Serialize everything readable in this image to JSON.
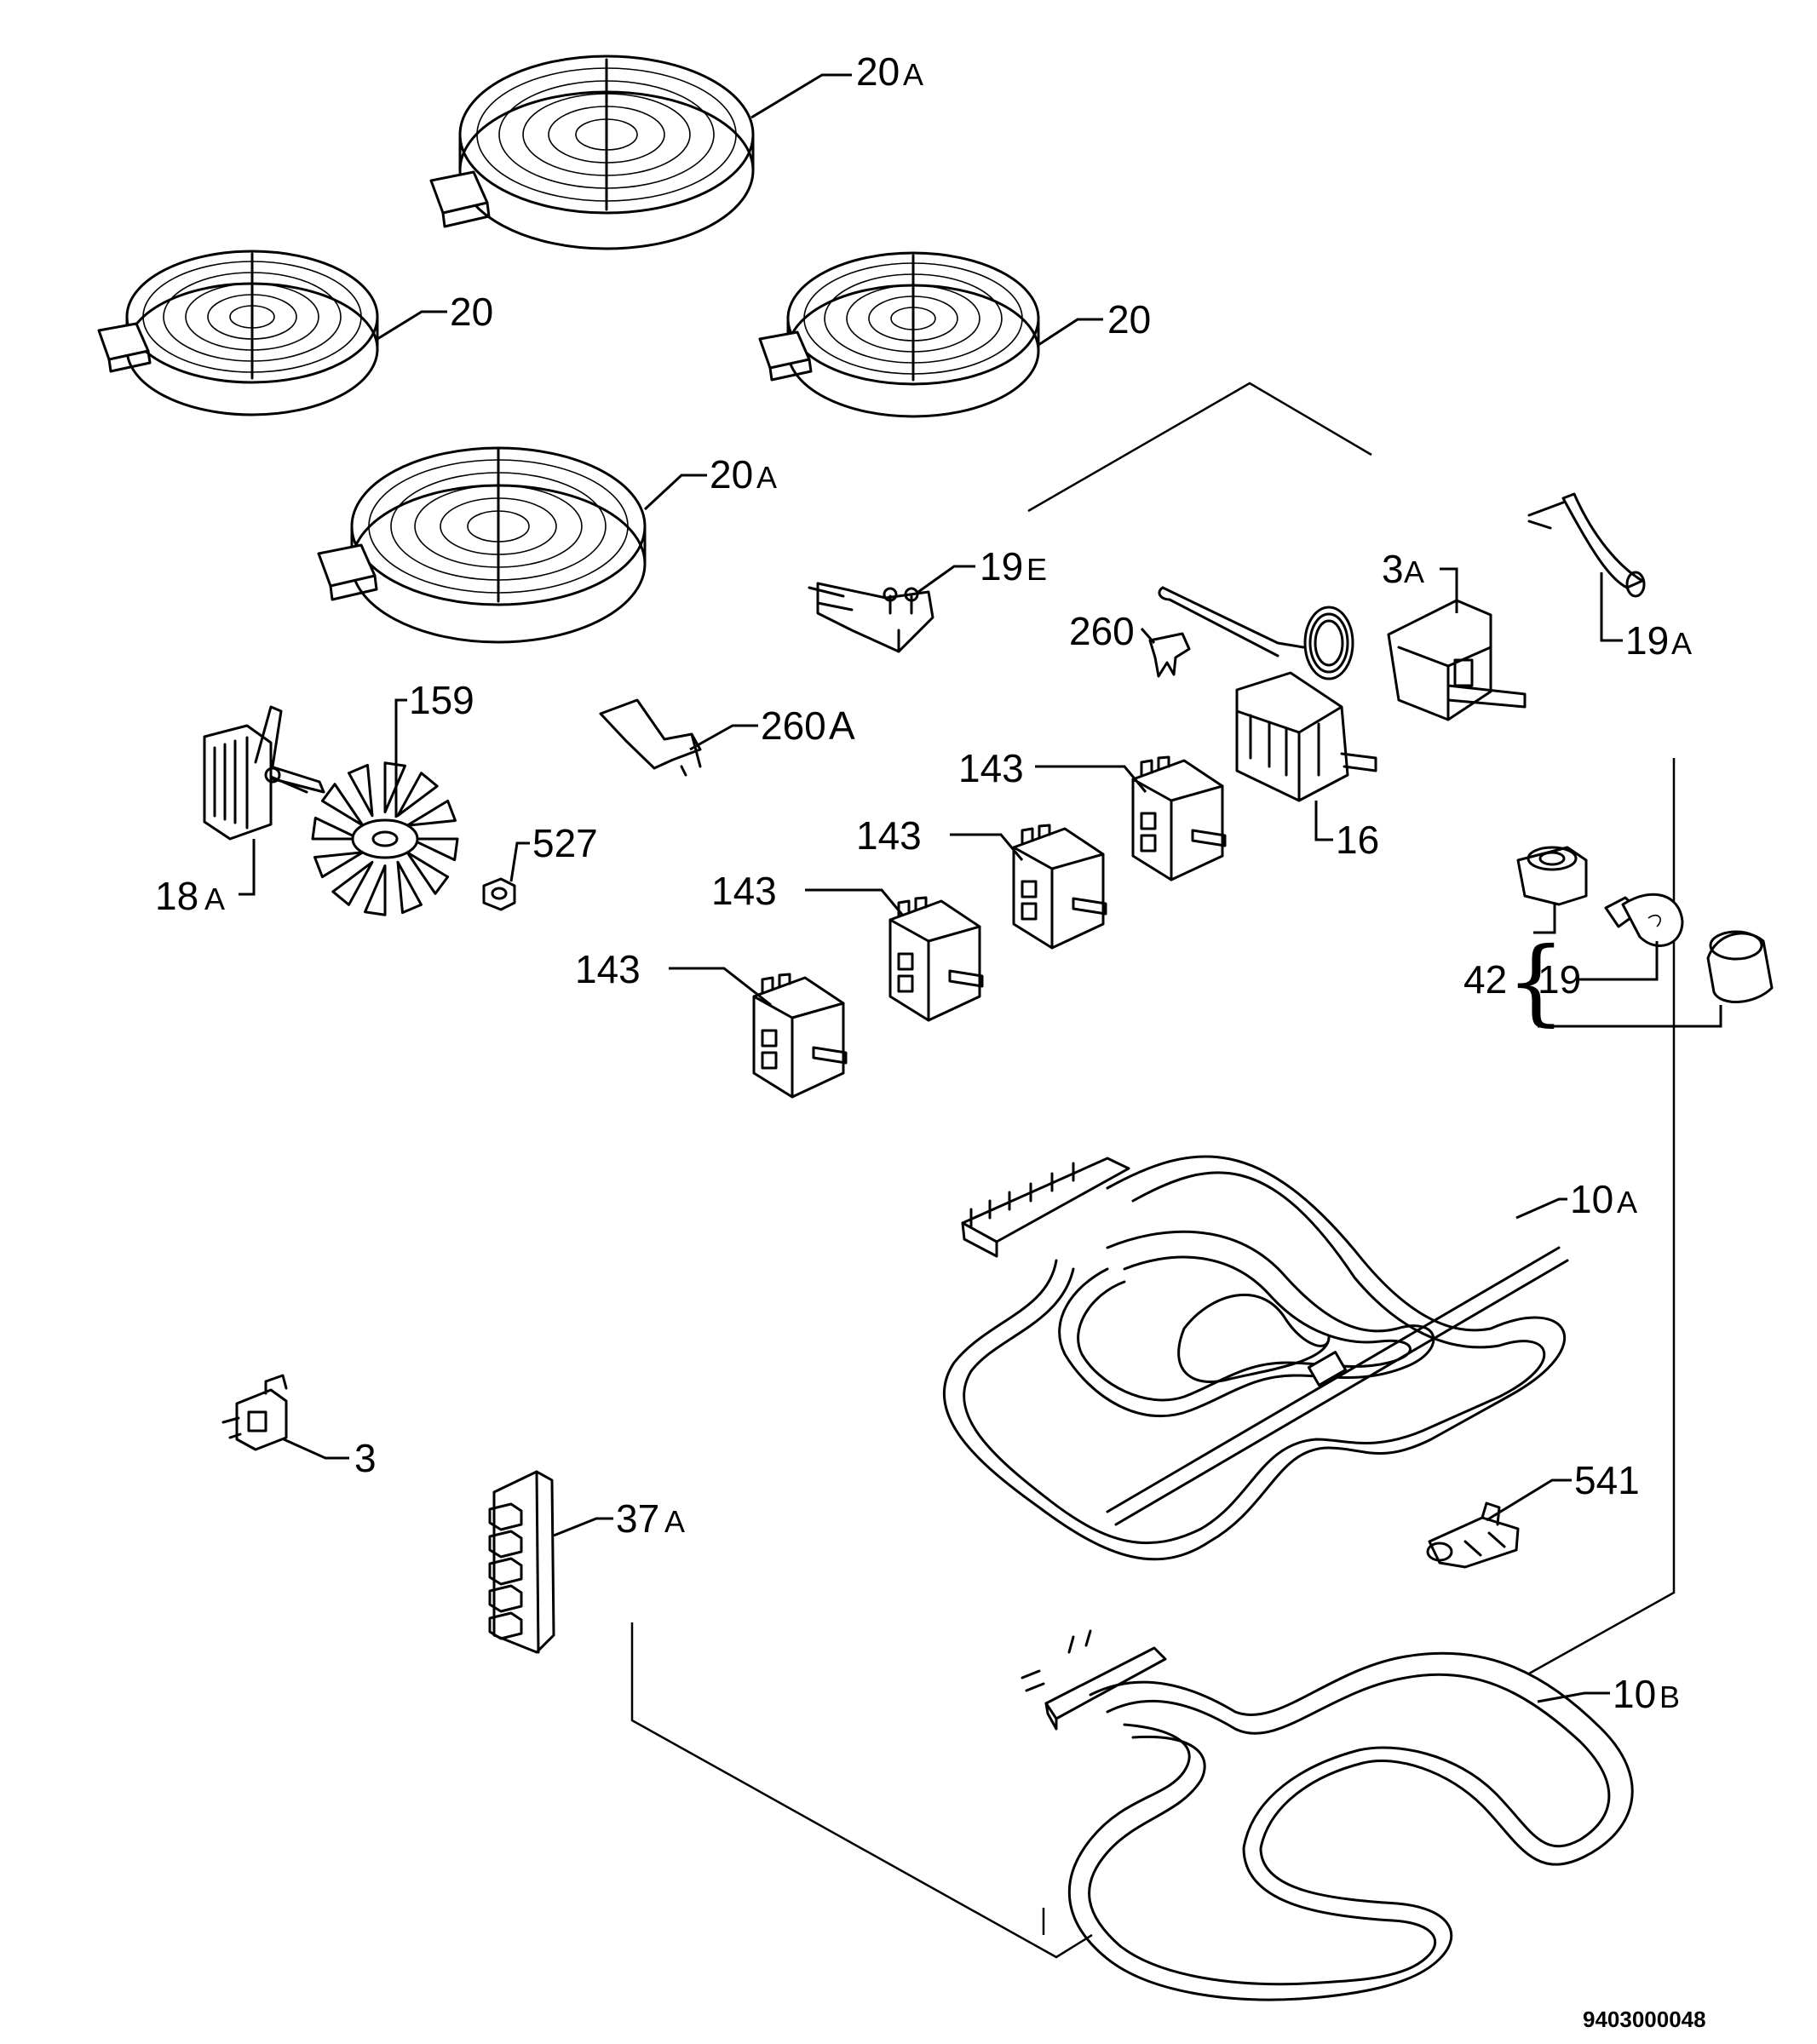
{
  "diagram": {
    "drawing_number": "9403000048",
    "labels": {
      "hob_rear_large": {
        "num": "20",
        "suffix": "A"
      },
      "hob_rear_left": {
        "num": "20",
        "suffix": ""
      },
      "hob_rear_right": {
        "num": "20",
        "suffix": ""
      },
      "hob_front_large": {
        "num": "20",
        "suffix": "A"
      },
      "terminal_19e": {
        "num": "19",
        "suffix": "E"
      },
      "thermostat_3a": {
        "num": "3",
        "suffix": "A"
      },
      "sensor_19a": {
        "num": "19",
        "suffix": "A"
      },
      "clip_260": {
        "num": "260",
        "suffix": ""
      },
      "fan_blade_159": {
        "num": "159",
        "suffix": ""
      },
      "bracket_260a": {
        "num": "260",
        "suffix": "A"
      },
      "fan_motor_18a": {
        "num": "18",
        "suffix": "A"
      },
      "nut_527": {
        "num": "527",
        "suffix": ""
      },
      "switch_143_a": {
        "num": "143",
        "suffix": ""
      },
      "switch_143_b": {
        "num": "143",
        "suffix": ""
      },
      "switch_143_c": {
        "num": "143",
        "suffix": ""
      },
      "switch_143_d": {
        "num": "143",
        "suffix": ""
      },
      "selector_16": {
        "num": "16",
        "suffix": ""
      },
      "lamp_group_42": {
        "num": "42",
        "suffix": ""
      },
      "lamp_19": {
        "num": "19",
        "suffix": ""
      },
      "grill_element_10a": {
        "num": "10",
        "suffix": "A"
      },
      "thermal_fuse_3": {
        "num": "3",
        "suffix": ""
      },
      "terminal_block_37a": {
        "num": "37",
        "suffix": "A"
      },
      "holder_541": {
        "num": "541",
        "suffix": ""
      },
      "bottom_element_10b": {
        "num": "10",
        "suffix": "B"
      }
    }
  }
}
